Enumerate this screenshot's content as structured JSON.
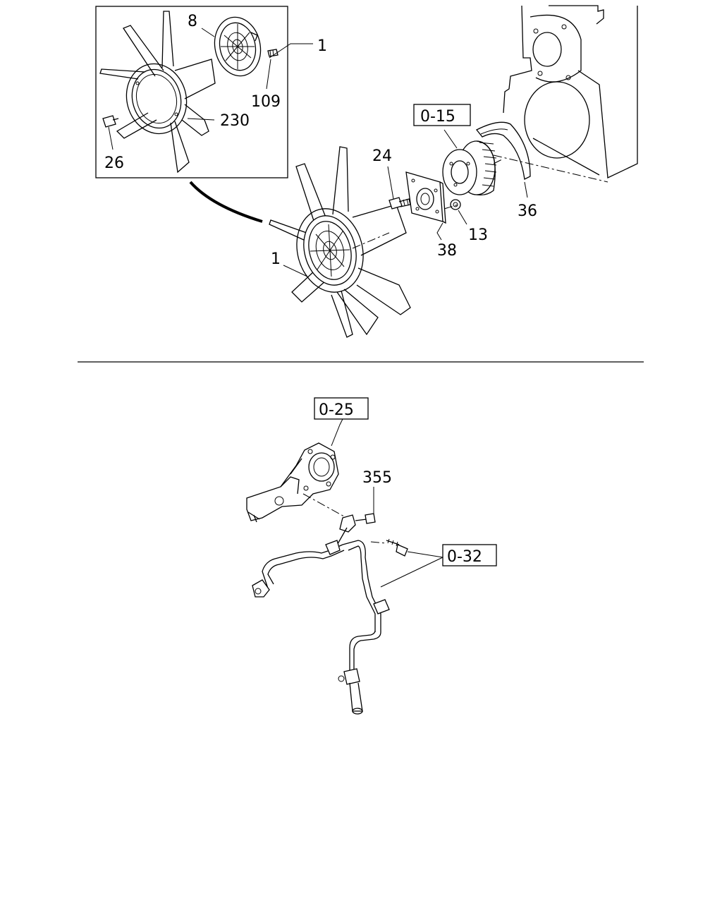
{
  "labels": {
    "upper": {
      "inset_clutch": "8",
      "inset_assembly": "1",
      "inset_stud": "109",
      "inset_fan": "230",
      "inset_bolt": "26",
      "ref_pulley": "0-15",
      "bolt": "24",
      "bracket": "38",
      "nut": "13",
      "fan_assembly": "1",
      "belt_cover": "36"
    },
    "lower": {
      "ref_housing": "0-25",
      "bracket_bolt": "355",
      "ref_pipe": "0-32"
    }
  }
}
